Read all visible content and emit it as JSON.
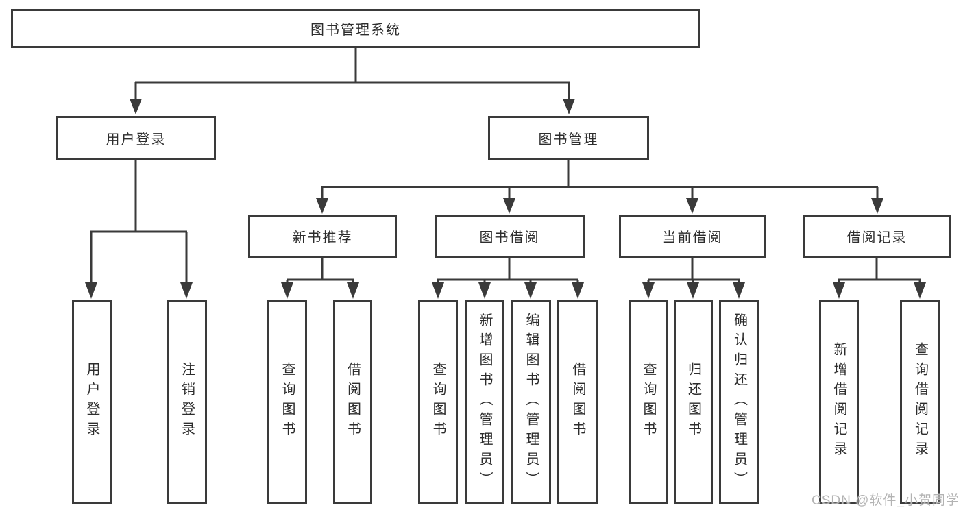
{
  "tree": {
    "root": "图书管理系统",
    "children": [
      {
        "label": "用户登录",
        "children": [
          "用户登录",
          "注销登录"
        ]
      },
      {
        "label": "图书管理",
        "children": [
          {
            "label": "新书推荐",
            "children": [
              "查询图书",
              "借阅图书"
            ]
          },
          {
            "label": "图书借阅",
            "children": [
              "查询图书",
              "新增图书（管理员）",
              "编辑图书（管理员）",
              "借阅图书"
            ]
          },
          {
            "label": "当前借阅",
            "children": [
              "查询图书",
              "归还图书",
              "确认归还（管理员）"
            ]
          },
          {
            "label": "借阅记录",
            "children": [
              "新增借阅记录",
              "查询借阅记录"
            ]
          }
        ]
      }
    ]
  },
  "watermark": "CSDN @软件_小贺同学",
  "colors": {
    "line": "#3a3a3a",
    "text": "#2d2d2d",
    "watermark": "#b3b3b3",
    "background": "#ffffff"
  }
}
